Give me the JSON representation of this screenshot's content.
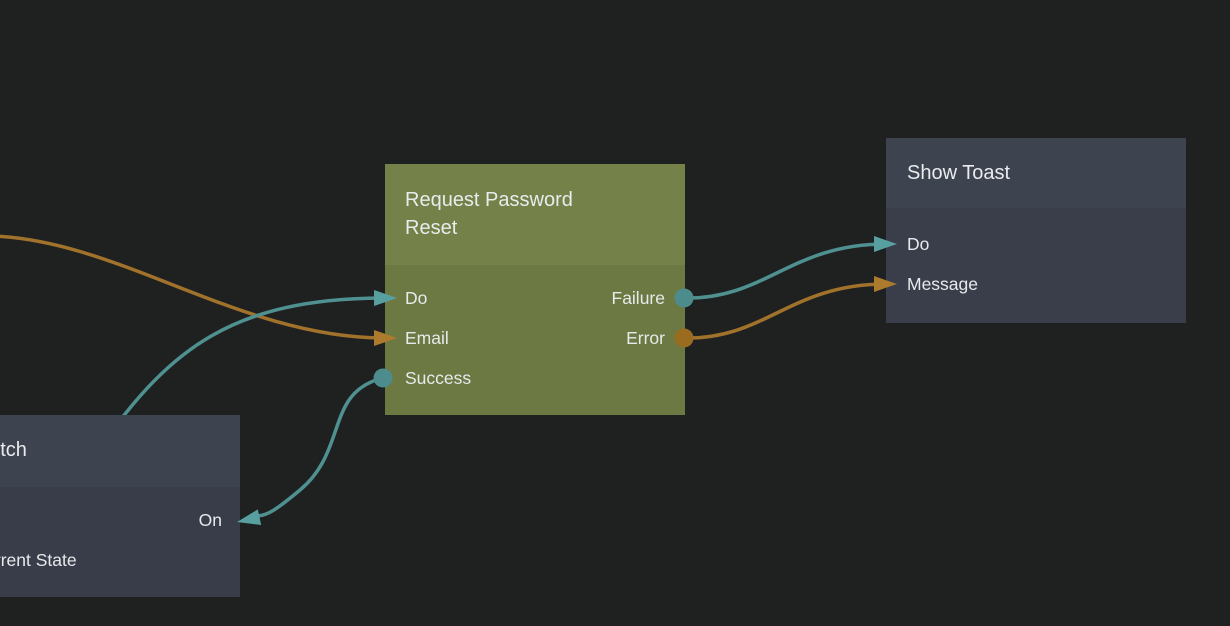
{
  "colors": {
    "background": "#1f2020",
    "teal_wire": "#4f9190",
    "teal_glyph": "#58a0a0",
    "teal_port": "#4d8c8c",
    "orange_wire": "#a1722b",
    "orange_glyph": "#ad7b2e",
    "orange_port": "#9a6c20",
    "slate_node_header": "#3e4350",
    "slate_node_body": "#3a3e4b",
    "green_node_header": "#748148",
    "green_node_body": "#6c7943",
    "label_text": "#e9ebed"
  },
  "nodes": {
    "switch": {
      "title": "Switch",
      "visible_title_fragment": "tch",
      "ports": {
        "on": {
          "label": "On",
          "side": "right",
          "glyph": "arrow-input"
        },
        "current_state": {
          "label": "Current State",
          "visible_fragment": "rent State",
          "side": "left",
          "glyph": "off-screen"
        }
      }
    },
    "request_password_reset": {
      "title": "Request Password Reset",
      "ports": {
        "do": {
          "label": "Do",
          "side": "left",
          "glyph": "arrow-input"
        },
        "email": {
          "label": "Email",
          "side": "left",
          "glyph": "arrow-input"
        },
        "success": {
          "label": "Success",
          "side": "left",
          "glyph": "circle-output"
        },
        "failure": {
          "label": "Failure",
          "side": "right",
          "glyph": "circle-output"
        },
        "error": {
          "label": "Error",
          "side": "right",
          "glyph": "circle-output"
        }
      }
    },
    "show_toast": {
      "title": "Show Toast",
      "ports": {
        "do": {
          "label": "Do",
          "side": "left",
          "glyph": "arrow-input"
        },
        "message": {
          "label": "Message",
          "side": "left",
          "glyph": "arrow-input"
        }
      }
    }
  },
  "connections": [
    {
      "from": "off_screen_left",
      "to": "request_password_reset.email",
      "color": "orange"
    },
    {
      "from": "off_screen_behind_switch_node",
      "to": "request_password_reset.do",
      "color": "teal"
    },
    {
      "from": "request_password_reset.success",
      "to": "switch.on",
      "color": "teal"
    },
    {
      "from": "request_password_reset.failure",
      "to": "show_toast.do",
      "color": "teal"
    },
    {
      "from": "request_password_reset.error",
      "to": "show_toast.message",
      "color": "orange"
    }
  ]
}
